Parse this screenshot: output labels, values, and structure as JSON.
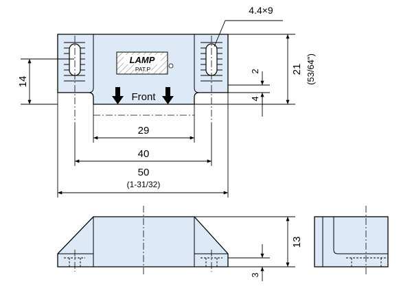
{
  "dims": {
    "hole_callout": "4.4×9",
    "height_mm": "21",
    "height_in": "(53/64\")",
    "left_height": "14",
    "step_2": "2",
    "step_4": "4",
    "width_29": "29",
    "width_40": "40",
    "width_50": "50",
    "width_50_in": "(1-31/32)",
    "side_13": "13",
    "side_3": "3"
  },
  "labels": {
    "front": "Front",
    "logo_main": "LAMP",
    "logo_sub": "PAT.P"
  },
  "colors": {
    "part_fill": "#dde9f6",
    "line": "#000000"
  },
  "icons": [
    "arrow-down-icon",
    "registered-mark-icon"
  ]
}
